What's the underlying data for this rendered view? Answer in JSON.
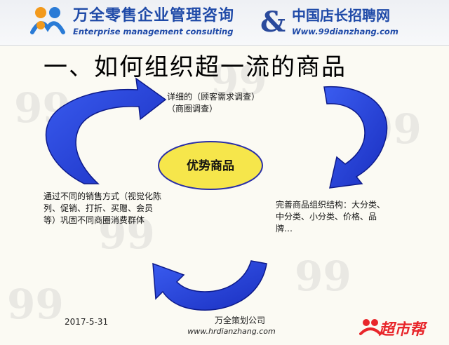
{
  "header": {
    "brand_cn": "万全零售企业管理咨询",
    "brand_en": "Enterprise management consulting",
    "ampersand": "&",
    "partner_cn": "中国店长招聘网",
    "partner_url": "Www.99dianzhang.com"
  },
  "title": "一、如何组织超一流的商品",
  "center_label": "优势商品",
  "notes": {
    "top": "详细的（顾客需求调查）\n（商圈调查）",
    "right": "完善商品组织结构：大分类、中分类、小分类、价格、品牌…",
    "left": "通过不同的销售方式（视觉化陈列、促销、打折、买赠、会员等）巩固不同商圈消费群体"
  },
  "footer": {
    "date": "2017-5-31",
    "company": "万全策划公司",
    "url": "www.hrdianzhang.com"
  },
  "badge": {
    "text": "超市帮"
  },
  "colors": {
    "arrow_blue": "#1f3fd6",
    "ellipse_fill": "#f6e64b",
    "brand_blue": "#1f4aa8",
    "badge_red": "#e8262b",
    "logo_orange": "#f39a1c"
  }
}
